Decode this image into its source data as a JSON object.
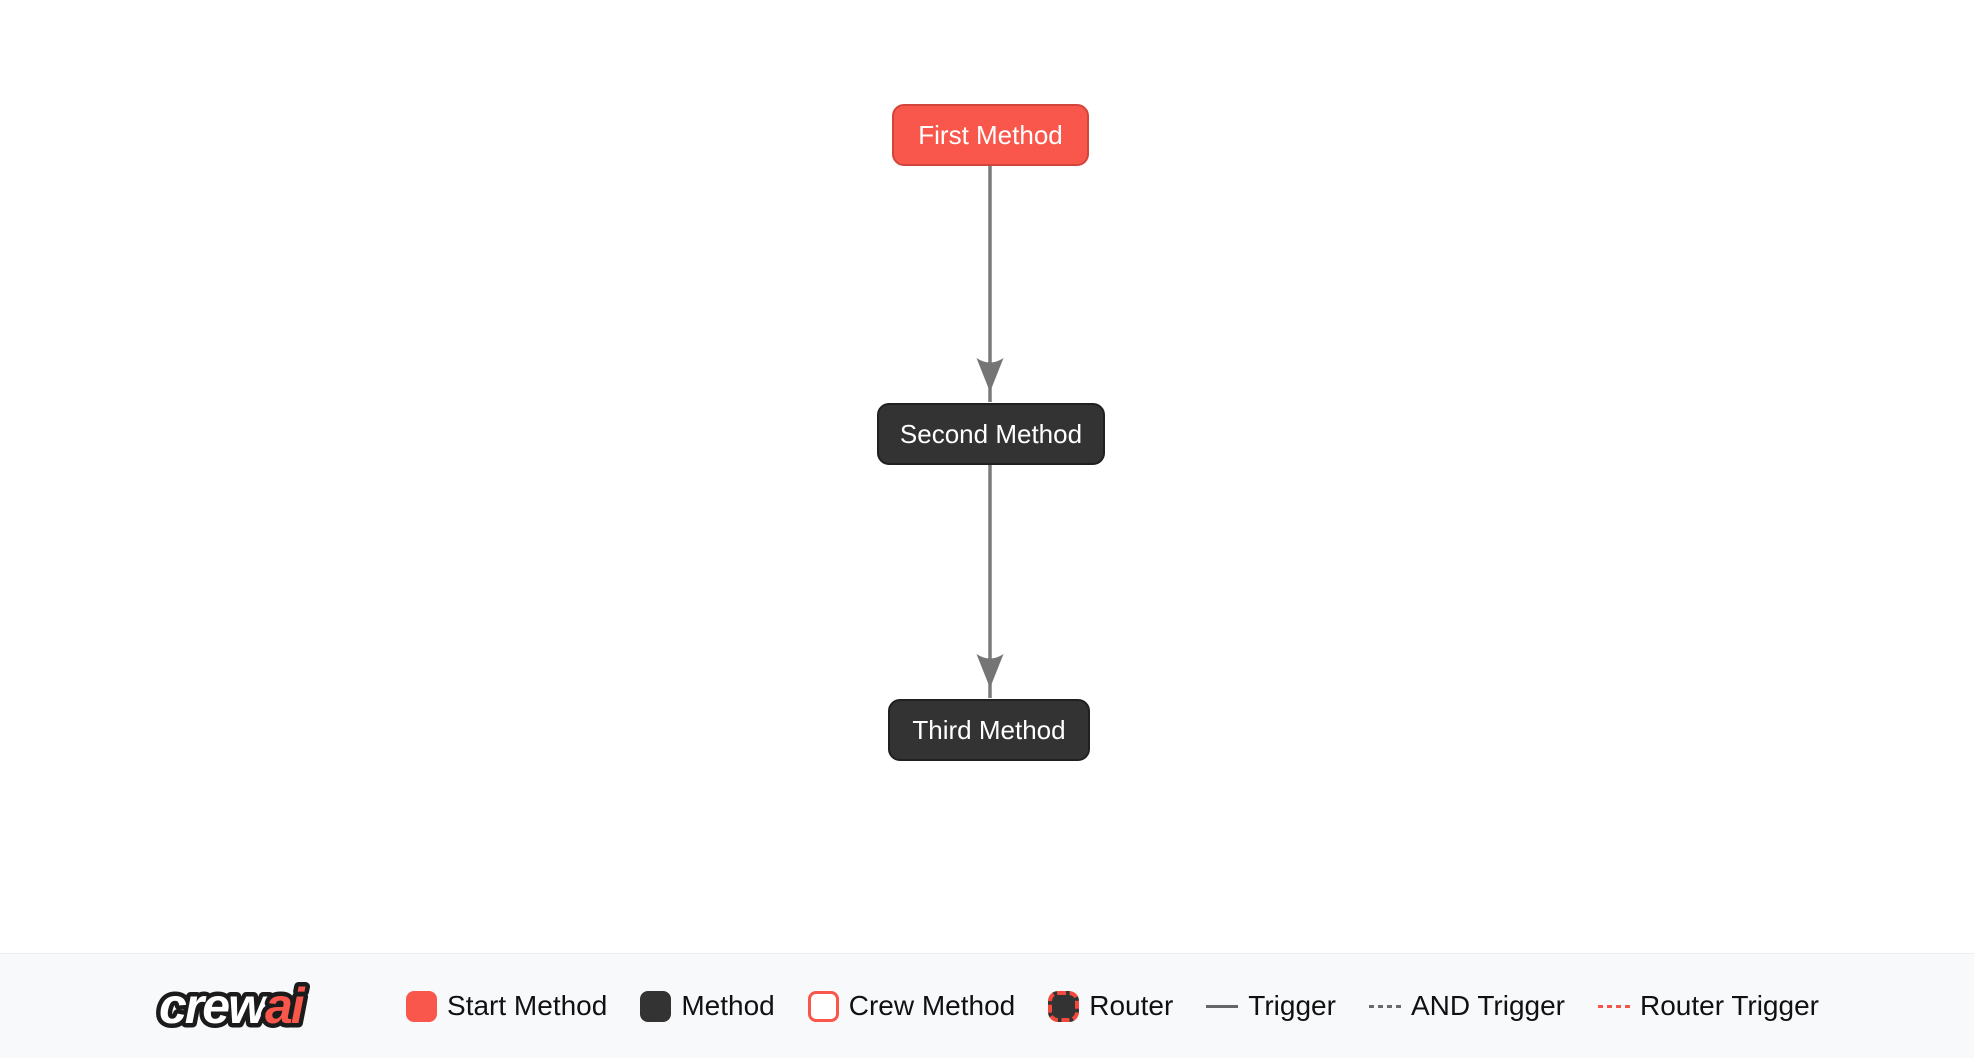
{
  "flow": {
    "nodes": [
      {
        "id": "first_method",
        "label": "First Method",
        "type": "start-method"
      },
      {
        "id": "second_method",
        "label": "Second Method",
        "type": "method"
      },
      {
        "id": "third_method",
        "label": "Third Method",
        "type": "method"
      }
    ],
    "edges": [
      {
        "from": "first_method",
        "to": "second_method",
        "type": "trigger"
      },
      {
        "from": "second_method",
        "to": "third_method",
        "type": "trigger"
      }
    ]
  },
  "legend": {
    "logo": {
      "crew": "crew",
      "ai": "ai"
    },
    "items": [
      {
        "label": "Start Method",
        "swatch": "start-method-swatch"
      },
      {
        "label": "Method",
        "swatch": "method-swatch"
      },
      {
        "label": "Crew Method",
        "swatch": "crew-method-swatch"
      },
      {
        "label": "Router",
        "swatch": "router-swatch"
      },
      {
        "label": "Trigger",
        "swatch": "trigger-line-swatch"
      },
      {
        "label": "AND Trigger",
        "swatch": "and-trigger-line-swatch"
      },
      {
        "label": "Router Trigger",
        "swatch": "router-trigger-line-swatch"
      }
    ]
  },
  "colors": {
    "start_method_fill": "#FA574C",
    "start_method_border": "#D1453B",
    "method_fill": "#333333",
    "method_border": "#202020",
    "trigger_edge": "#7B7B7B",
    "router_trigger": "#F4564B",
    "legend_background": "#F8F9FB",
    "node_text": "#FFFFFF",
    "legend_text": "#111111"
  }
}
